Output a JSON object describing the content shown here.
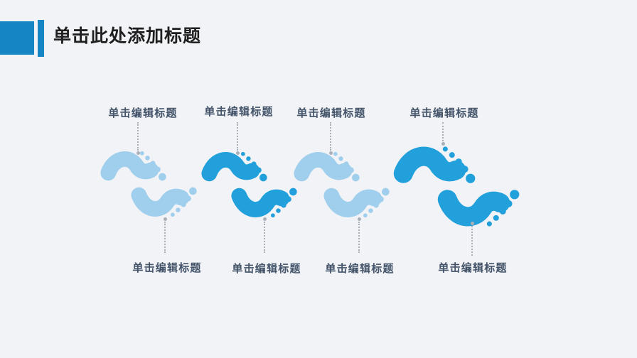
{
  "slide": {
    "background_color": "#F1F3F6",
    "header": {
      "title": "单击此处添加标题",
      "title_color": "#1F1F1F",
      "accent_color": "#1586C3"
    },
    "diagram": {
      "type": "footsteps-process",
      "label_color": "#44546A",
      "connector_color": "#A9B0B8",
      "footprint_colors": {
        "light": "#9FCFED",
        "dark": "#22A0DB"
      },
      "steps": [
        {
          "top_label": "单击编辑标题",
          "bottom_label": "单击编辑标题",
          "tone": "light"
        },
        {
          "top_label": "单击编辑标题",
          "bottom_label": "单击编辑标题",
          "tone": "dark"
        },
        {
          "top_label": "单击编辑标题",
          "bottom_label": "单击编辑标题",
          "tone": "light"
        },
        {
          "top_label": "单击编辑标题",
          "bottom_label": "单击编辑标题",
          "tone": "dark"
        }
      ]
    }
  }
}
